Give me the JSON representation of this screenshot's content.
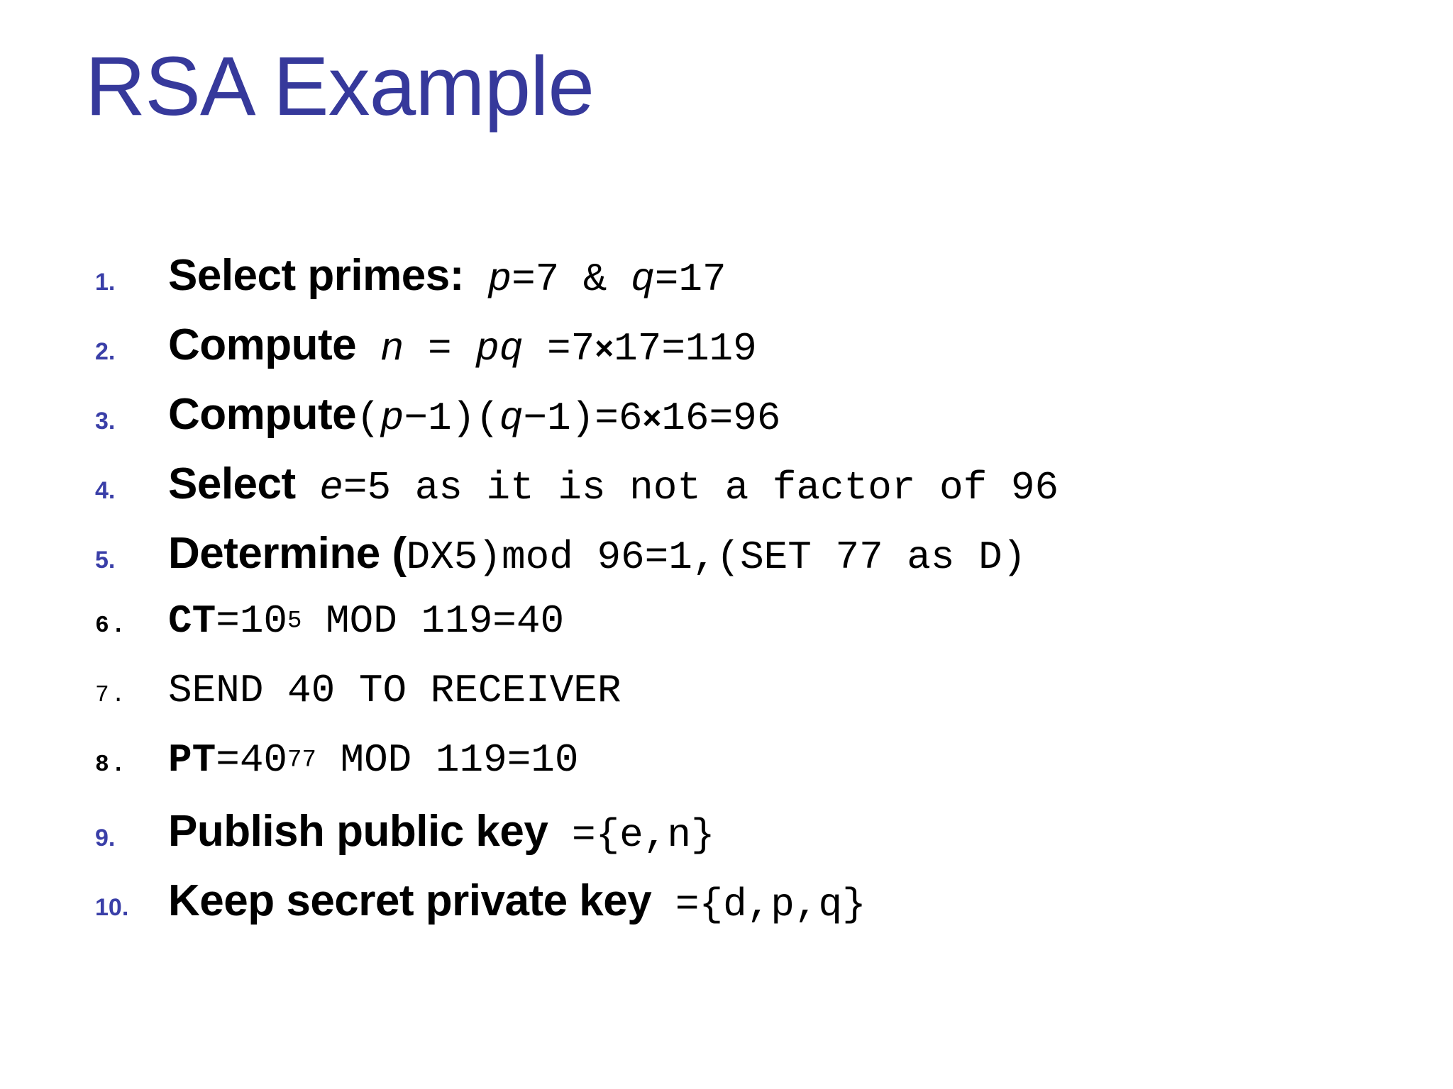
{
  "slide": {
    "title": "RSA Example",
    "title_color": "#36399b",
    "background_color": "#ffffff",
    "number_color": "#3a3fa8",
    "text_color": "#000000"
  },
  "items": [
    {
      "marker": "1.",
      "marker_style": "sans",
      "plain_text": "Select primes: p=7 & q=17",
      "parts": [
        {
          "text": "Select primes:",
          "style": "sans-bold"
        },
        {
          "text": " ",
          "style": "mono"
        },
        {
          "text": "p",
          "style": "mono-italic"
        },
        {
          "text": "=7",
          "style": "mono"
        },
        {
          "text": " & ",
          "style": "mono"
        },
        {
          "text": "q",
          "style": "mono-italic"
        },
        {
          "text": "=17",
          "style": "mono"
        }
      ]
    },
    {
      "marker": "2.",
      "marker_style": "sans",
      "plain_text": "Compute n = pq =7×17=119",
      "parts": [
        {
          "text": "Compute",
          "style": "sans-bold"
        },
        {
          "text": "  ",
          "style": "mono"
        },
        {
          "text": "n",
          "style": "mono-italic"
        },
        {
          "text": " = ",
          "style": "mono"
        },
        {
          "text": "pq",
          "style": "mono-italic"
        },
        {
          "text": " =7",
          "style": "mono"
        },
        {
          "text": "×",
          "style": "times"
        },
        {
          "text": "17=119",
          "style": "mono"
        }
      ]
    },
    {
      "marker": "3.",
      "marker_style": "sans",
      "plain_text": "Compute(p−1)(q−1)=6×16=96",
      "parts": [
        {
          "text": "Compute",
          "style": "sans-bold"
        },
        {
          "text": "(",
          "style": "mono"
        },
        {
          "text": "p",
          "style": "mono-italic"
        },
        {
          "text": "−1)(",
          "style": "mono"
        },
        {
          "text": "q",
          "style": "mono-italic"
        },
        {
          "text": "−1)=6",
          "style": "mono"
        },
        {
          "text": "×",
          "style": "times"
        },
        {
          "text": "16=96",
          "style": "mono"
        }
      ]
    },
    {
      "marker": "4.",
      "marker_style": "sans",
      "plain_text": "Select e=5 as it is not a factor of 96",
      "parts": [
        {
          "text": "Select",
          "style": "sans-bold"
        },
        {
          "text": " ",
          "style": "mono"
        },
        {
          "text": "e",
          "style": "mono-italic"
        },
        {
          "text": "=5 as it is not a factor of 96",
          "style": "mono"
        }
      ]
    },
    {
      "marker": "5.",
      "marker_style": "sans",
      "plain_text": "Determine (DX5)mod 96=1,(SET 77 as D)",
      "parts": [
        {
          "text": "Determine (",
          "style": "sans-bold"
        },
        {
          "text": "DX5)mod 96=1,(SET 77 as D)",
          "style": "mono"
        }
      ]
    },
    {
      "marker": "6.",
      "marker_style": "mono",
      "plain_text": "CT=10^5 MOD 119=40",
      "parts": [
        {
          "text": "CT",
          "style": "mono-bold"
        },
        {
          "text": "=10",
          "style": "mono"
        },
        {
          "text": "5",
          "style": "sup"
        },
        {
          "text": " MOD 119=40",
          "style": "mono"
        }
      ]
    },
    {
      "marker": "7.",
      "marker_style": "mono-thin",
      "plain_text": "SEND 40 TO RECEIVER",
      "parts": [
        {
          "text": "SEND 40 TO RECEIVER",
          "style": "mono"
        }
      ]
    },
    {
      "marker": "8.",
      "marker_style": "mono",
      "plain_text": "PT=40^77 MOD 119=10",
      "parts": [
        {
          "text": "PT",
          "style": "mono-bold"
        },
        {
          "text": "=40",
          "style": "mono"
        },
        {
          "text": "77",
          "style": "sup"
        },
        {
          "text": " MOD 119=10",
          "style": "mono"
        }
      ]
    },
    {
      "marker": "9.",
      "marker_style": "sans",
      "plain_text": "Publish public key ={e,n}",
      "parts": [
        {
          "text": "Publish public key",
          "style": "sans-bold"
        },
        {
          "text": " ={e,n}",
          "style": "mono"
        }
      ]
    },
    {
      "marker": "10.",
      "marker_style": "sans",
      "plain_text": "Keep secret private key ={d,p,q}",
      "parts": [
        {
          "text": "Keep secret private key",
          "style": "sans-bold"
        },
        {
          "text": " ={d,p,q}",
          "style": "mono"
        }
      ]
    }
  ]
}
